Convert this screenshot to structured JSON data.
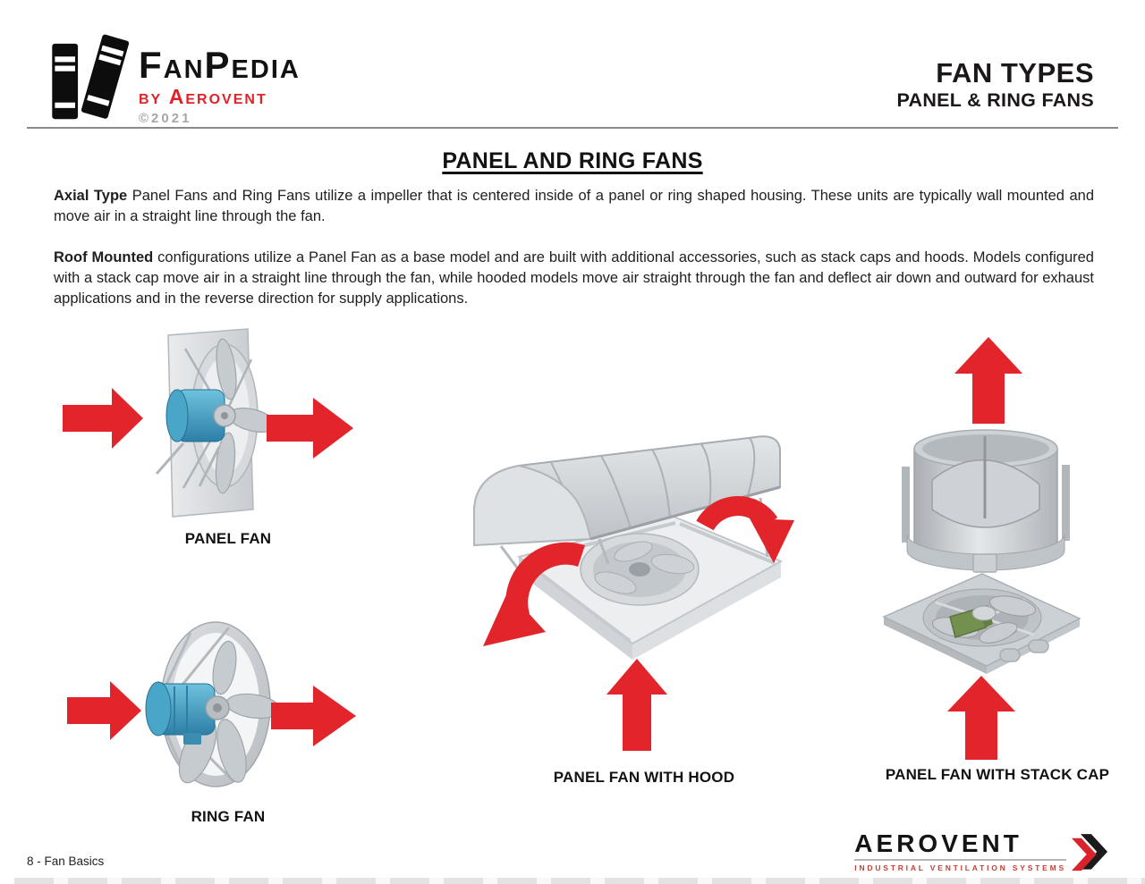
{
  "page": {
    "header": {
      "logo": {
        "brand": "FanPedia",
        "byline": "by Aerovent",
        "copyright": "©2021"
      },
      "title": "FAN TYPES",
      "subtitle": "PANEL & RING FANS"
    },
    "main": {
      "heading": "PANEL AND RING FANS",
      "paragraphs": [
        {
          "lead": "Axial Type",
          "text": " Panel Fans and Ring Fans utilize a impeller that is centered inside of a panel or ring shaped housing. These units are typically wall mounted and move air in a straight line through the fan."
        },
        {
          "lead": "Roof Mounted",
          "text": " configurations utilize a Panel Fan as a base model and are built with additional accessories, such as stack caps and hoods. Models configured with a stack cap move air in a straight line through the fan, while hooded models move air straight through the fan and deflect air down and outward for exhaust applications and in the reverse direction for supply applications."
        }
      ],
      "figures": [
        {
          "label": "PANEL FAN"
        },
        {
          "label": "RING FAN"
        },
        {
          "label": "PANEL FAN WITH HOOD"
        },
        {
          "label": "PANEL FAN WITH STACK CAP"
        }
      ]
    },
    "footer": {
      "page_label": "8 - Fan Basics",
      "logo": {
        "brand": "AEROVENT",
        "tagline": "INDUSTRIAL VENTILATION SYSTEMS"
      }
    },
    "colors": {
      "accent_red": "#e2242b",
      "logo_byline_red": "#e0232a",
      "tagline_red": "#cb3d35",
      "metal_gray": "#ccd0d4",
      "motor_blue": "#4aa6c9",
      "motor_green": "#74904f"
    }
  }
}
